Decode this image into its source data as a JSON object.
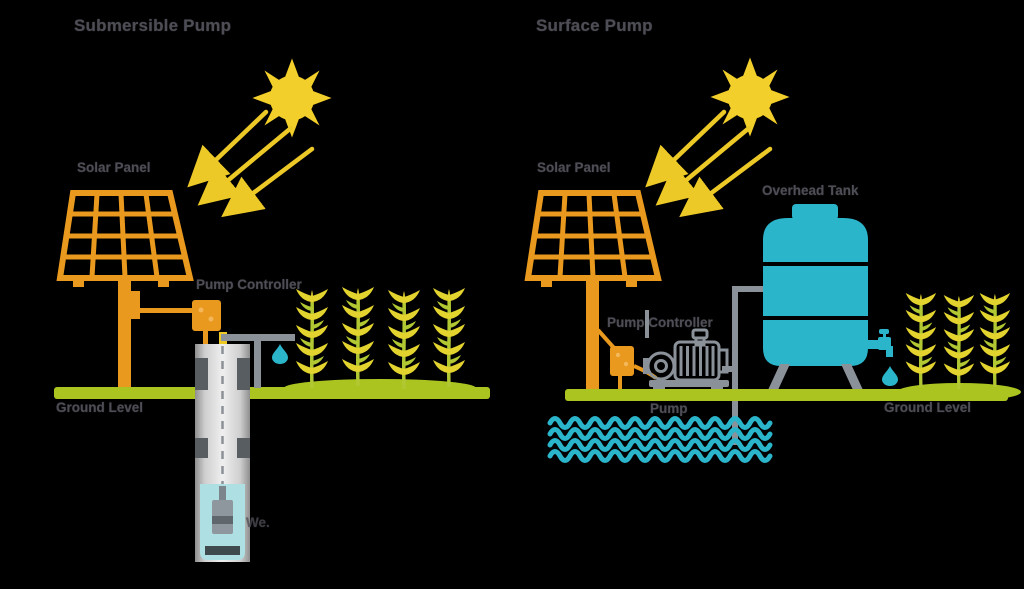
{
  "colors": {
    "background": "#000000",
    "orange": "#E9991D",
    "orange-light": "#F4B75A",
    "sun-yellow": "#F3CF2B",
    "arrow-yellow": "#EDC928",
    "teal": "#2BB5CB",
    "water-blue": "#AEDFE3",
    "ground-green": "#ABC420",
    "crop-yellow": "#E3D32F",
    "crop-green": "#B2C832",
    "pipe-gray": "#8A9198",
    "well-dark": "#585D62",
    "pump-gray": "#8F979E",
    "text-gray": "#4D4D55"
  },
  "left_diagram": {
    "title": "Submersible Pump",
    "labels": {
      "solar_panel": "Solar Panel",
      "pump_controller": "Pump Controller",
      "ground_level": "Ground Level",
      "well": "We."
    }
  },
  "right_diagram": {
    "title": "Surface Pump",
    "labels": {
      "solar_panel": "Solar Panel",
      "overhead_tank": "Overhead Tank",
      "pump_controller": "Pump Controller",
      "pump": "Pump",
      "ground_level": "Ground Level"
    }
  }
}
